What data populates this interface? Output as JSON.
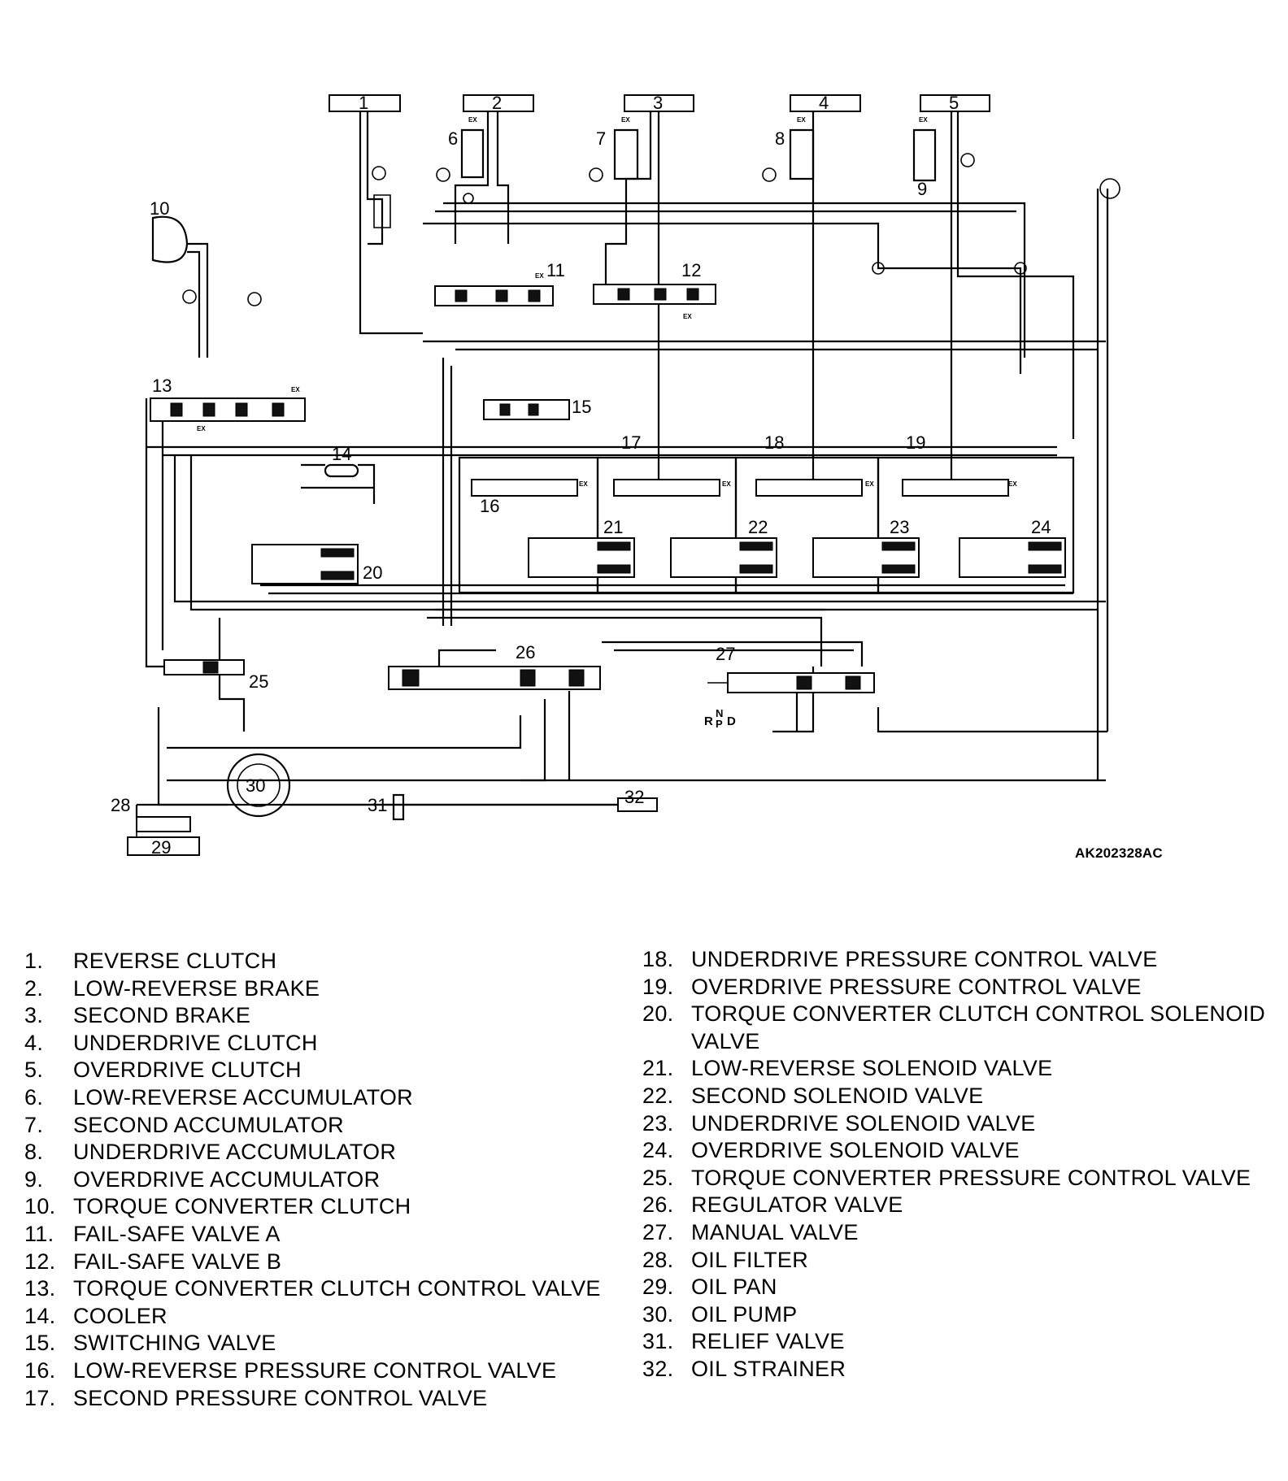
{
  "figure_code": "AK202328AC",
  "callouts": [
    "1",
    "2",
    "3",
    "4",
    "5",
    "6",
    "7",
    "8",
    "9",
    "10",
    "11",
    "12",
    "13",
    "14",
    "15",
    "16",
    "17",
    "18",
    "19",
    "20",
    "21",
    "22",
    "23",
    "24",
    "25",
    "26",
    "27",
    "28",
    "29",
    "30",
    "31",
    "32"
  ],
  "exhaust_label": "EX",
  "manual_positions": {
    "r": "R",
    "n": "N",
    "p": "P",
    "d": "D"
  },
  "legend": [
    {
      "num": "1.",
      "text": "REVERSE CLUTCH"
    },
    {
      "num": "2.",
      "text": "LOW-REVERSE BRAKE"
    },
    {
      "num": "3.",
      "text": "SECOND BRAKE"
    },
    {
      "num": "4.",
      "text": "UNDERDRIVE CLUTCH"
    },
    {
      "num": "5.",
      "text": "OVERDRIVE CLUTCH"
    },
    {
      "num": "6.",
      "text": "LOW-REVERSE ACCUMULATOR"
    },
    {
      "num": "7.",
      "text": "SECOND ACCUMULATOR"
    },
    {
      "num": "8.",
      "text": "UNDERDRIVE ACCUMULATOR"
    },
    {
      "num": "9.",
      "text": "OVERDRIVE ACCUMULATOR"
    },
    {
      "num": "10.",
      "text": "TORQUE CONVERTER CLUTCH"
    },
    {
      "num": "11.",
      "text": "FAIL-SAFE VALVE A"
    },
    {
      "num": "12.",
      "text": "FAIL-SAFE VALVE B"
    },
    {
      "num": "13.",
      "text": "TORQUE CONVERTER CLUTCH CONTROL VALVE"
    },
    {
      "num": "14.",
      "text": "COOLER"
    },
    {
      "num": "15.",
      "text": "SWITCHING VALVE"
    },
    {
      "num": "16.",
      "text": "LOW-REVERSE PRESSURE CONTROL VALVE"
    },
    {
      "num": "17.",
      "text": "SECOND PRESSURE CONTROL VALVE"
    },
    {
      "num": "18.",
      "text": "UNDERDRIVE PRESSURE CONTROL VALVE"
    },
    {
      "num": "19.",
      "text": "OVERDRIVE PRESSURE CONTROL VALVE"
    },
    {
      "num": "20.",
      "text": "TORQUE CONVERTER CLUTCH CONTROL SOLENOID VALVE"
    },
    {
      "num": "21.",
      "text": "LOW-REVERSE SOLENOID VALVE"
    },
    {
      "num": "22.",
      "text": "SECOND SOLENOID VALVE"
    },
    {
      "num": "23.",
      "text": "UNDERDRIVE SOLENOID VALVE"
    },
    {
      "num": "24.",
      "text": "OVERDRIVE SOLENOID VALVE"
    },
    {
      "num": "25.",
      "text": "TORQUE CONVERTER PRESSURE CONTROL VALVE"
    },
    {
      "num": "26.",
      "text": "REGULATOR VALVE"
    },
    {
      "num": "27.",
      "text": "MANUAL VALVE"
    },
    {
      "num": "28.",
      "text": "OIL FILTER"
    },
    {
      "num": "29.",
      "text": "OIL PAN"
    },
    {
      "num": "30.",
      "text": "OIL PUMP"
    },
    {
      "num": "31.",
      "text": "RELIEF VALVE"
    },
    {
      "num": "32.",
      "text": "OIL STRAINER"
    }
  ]
}
